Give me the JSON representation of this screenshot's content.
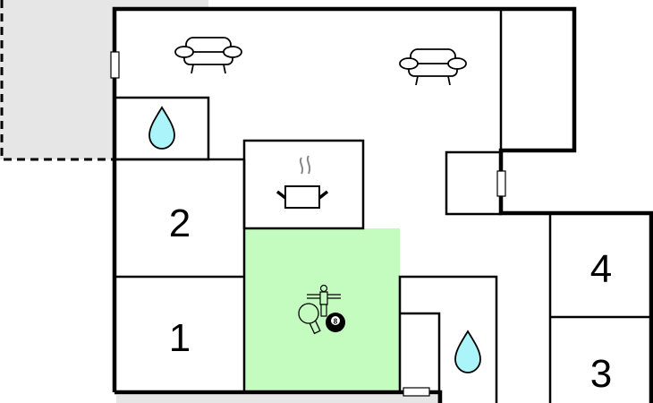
{
  "floorplan": {
    "rooms": [
      {
        "id": "bedroom-1",
        "label": "1"
      },
      {
        "id": "bedroom-2",
        "label": "2"
      },
      {
        "id": "bedroom-3",
        "label": "3"
      },
      {
        "id": "bedroom-4",
        "label": "4"
      }
    ],
    "icons": [
      "sofa-icon",
      "sofa-icon",
      "water-drop-icon",
      "water-drop-icon",
      "cooking-pot-icon",
      "table-tennis-icon",
      "foosball-icon",
      "billiard-ball-icon"
    ],
    "billiard_number": "8",
    "colors": {
      "game_room": "#c4fcc0",
      "outdoor": "#e6e6e6",
      "water": "#aaf4fa",
      "wall": "#000000"
    }
  }
}
